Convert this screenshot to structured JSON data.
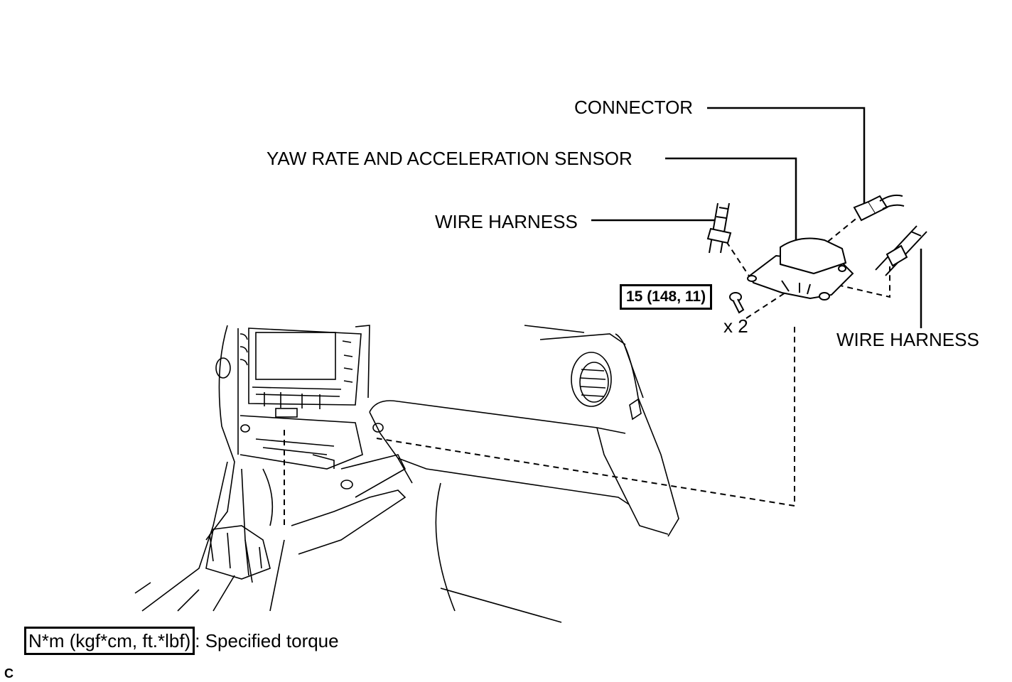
{
  "labels": {
    "connector": "CONNECTOR",
    "sensor": "YAW RATE AND ACCELERATION SENSOR",
    "wire_harness_left": "WIRE HARNESS",
    "wire_harness_right": "WIRE HARNESS",
    "torque": "15 (148, 11)",
    "bolt_qty": "x 2"
  },
  "legend": {
    "unit": "N*m (kgf*cm, ft.*lbf)",
    "suffix": ": Specified torque"
  },
  "figure_code": "C"
}
